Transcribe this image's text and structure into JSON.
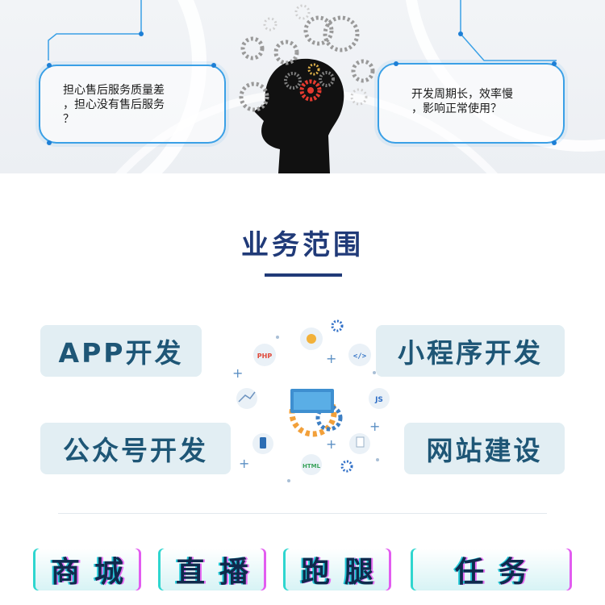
{
  "bubbles": {
    "left": "担心售后服务质量差\n，担心没有售后服务\n？",
    "right": "开发周期长，效率慢\n，影响正常使用？"
  },
  "section": {
    "title": "业务范围"
  },
  "services": [
    "APP开发",
    "小程序开发",
    "公众号开发",
    "网站建设"
  ],
  "illustration_labels": {
    "php": "PHP",
    "js": "JS",
    "html": "HTML",
    "code": "</>"
  },
  "tags": [
    "商城",
    "直播",
    "跑腿",
    "任务"
  ],
  "colors": {
    "title": "#203a78",
    "service_bg": "#e2eef3",
    "service_text": "#1e5676",
    "bubble_border": "#3aa0e6",
    "tag_cyan": "#2fd6cf",
    "tag_magenta": "#e25cf0"
  }
}
